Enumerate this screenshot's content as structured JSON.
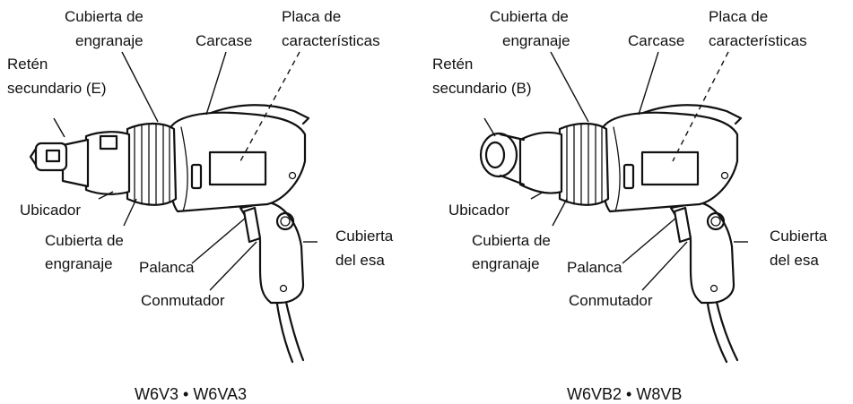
{
  "figures": [
    {
      "labels": {
        "retainer": [
          "Retén",
          "secundario (E)"
        ],
        "gear_cover_top": [
          "Cubierta de",
          "engranaje"
        ],
        "housing": "Carcase",
        "nameplate": [
          "Placa de",
          "características"
        ],
        "locator": "Ubicador",
        "gear_cover_bottom": [
          "Cubierta de",
          "engranaje"
        ],
        "lever": "Palanca",
        "switch": "Conmutador",
        "handle_cover": [
          "Cubierta",
          "del esa"
        ]
      },
      "model": "W6V3 • W6VA3"
    },
    {
      "labels": {
        "retainer": [
          "Retén",
          "secundario (B)"
        ],
        "gear_cover_top": [
          "Cubierta de",
          "engranaje"
        ],
        "housing": "Carcase",
        "nameplate": [
          "Placa de",
          "características"
        ],
        "locator": "Ubicador",
        "gear_cover_bottom": [
          "Cubierta de",
          "engranaje"
        ],
        "lever": "Palanca",
        "switch": "Conmutador",
        "handle_cover": [
          "Cubierta",
          "del esa"
        ]
      },
      "model": "W6VB2 • W8VB"
    }
  ]
}
